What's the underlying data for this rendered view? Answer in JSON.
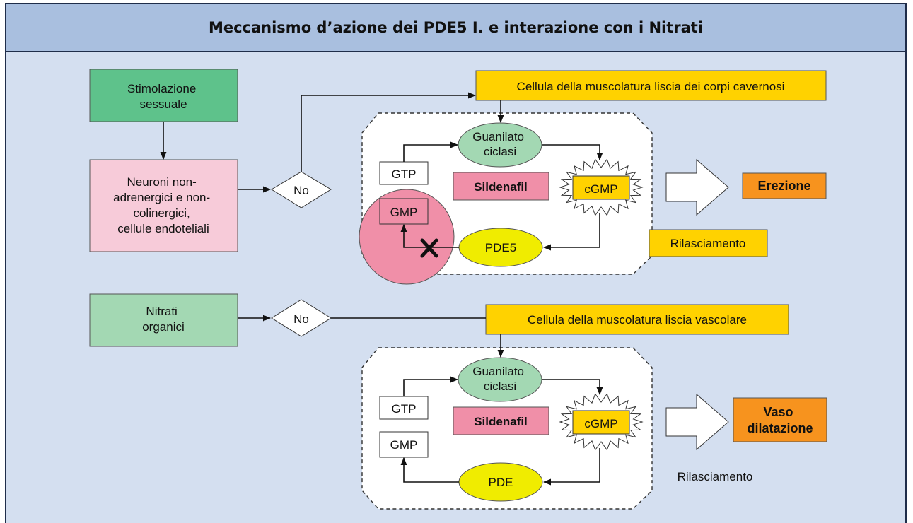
{
  "title": "Meccanismo d’azione dei PDE5 I. e interazione con i Nitrati",
  "top": {
    "stimulus": [
      "Stimolazione",
      "sessuale"
    ],
    "neurons": [
      "Neuroni non-",
      "adrenergici e non-",
      "colinergici,",
      "cellule endoteliali"
    ],
    "decision": "No",
    "cell_label": "Cellula della muscolatura liscia dei corpi cavernosi",
    "guanylate": [
      "Guanilato",
      "ciclasi"
    ],
    "gtp": "GTP",
    "gmp": "GMP",
    "sildenafil": "Sildenafil",
    "cgmp": "cGMP",
    "enzyme": "PDE5",
    "effect": "Rilasciamento",
    "outcome": [
      "Erezione"
    ]
  },
  "bottom": {
    "stimulus": [
      "Nitrati",
      "organici"
    ],
    "decision": "No",
    "cell_label": "Cellula della muscolatura liscia vascolare",
    "guanylate": [
      "Guanilato",
      "ciclasi"
    ],
    "gtp": "GTP",
    "gmp": "GMP",
    "sildenafil": "Sildenafil",
    "cgmp": "cGMP",
    "enzyme": "PDE",
    "effect": "Rilasciamento",
    "outcome": [
      "Vaso",
      "dilatazione"
    ]
  },
  "colors": {
    "stimulus_dark": "#5ec28b",
    "stimulus_light": "#a3d8b3",
    "neurons": "#f7cbd9",
    "label_yellow": "#ffd200",
    "guanylate": "#a3d8b3",
    "sildenafil": "#f08fa8",
    "pde": "#f0ec00",
    "outcome": "#f7931e",
    "gmp_circle": "#f08fa8"
  }
}
